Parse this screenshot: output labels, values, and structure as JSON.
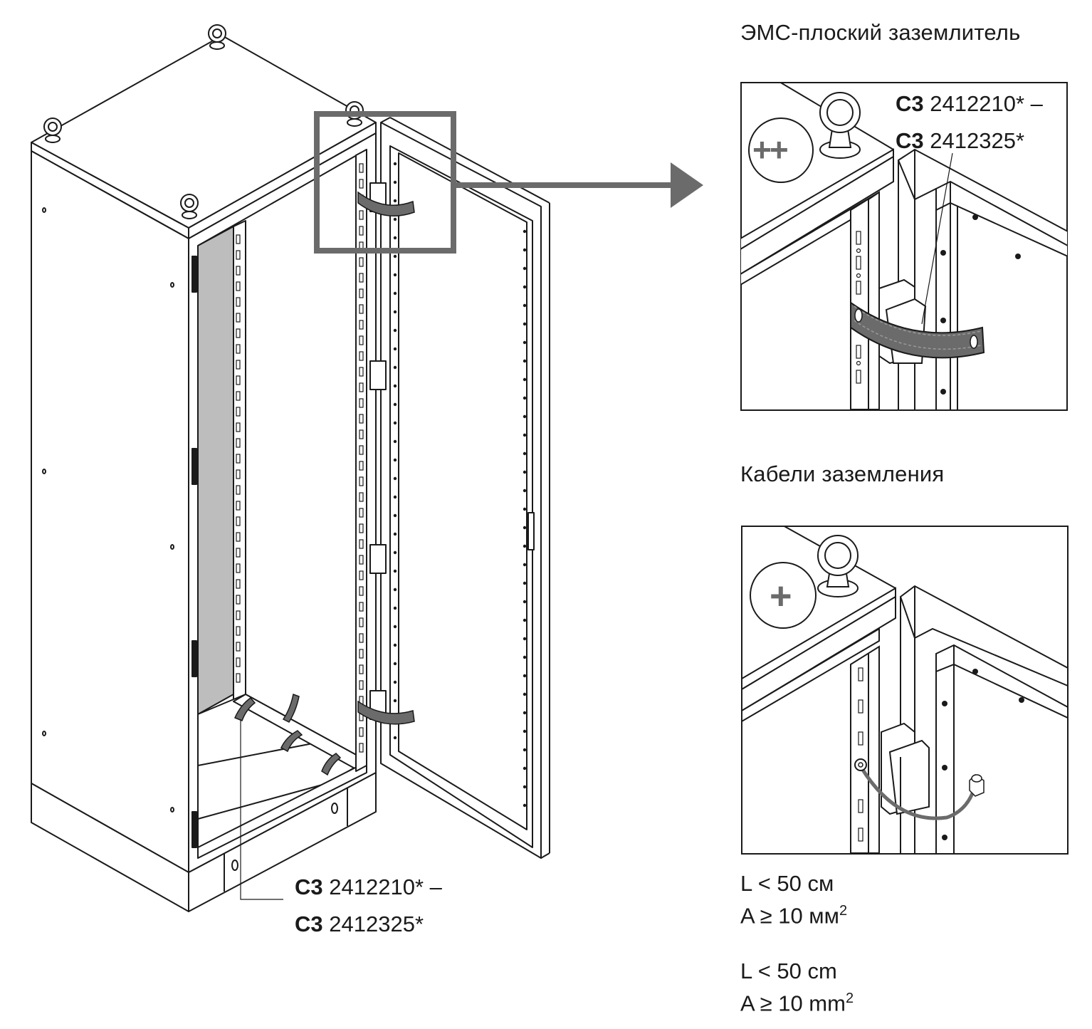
{
  "top_panel": {
    "title": "ЭМС-плоский заземлитель",
    "code_line1_prefix": "C3",
    "code_line1_number": "2412210* –",
    "code_line2_prefix": "C3",
    "code_line2_number": "2412325*",
    "badge_symbol": "++"
  },
  "bottom_panel": {
    "title": "Кабели заземления",
    "badge_symbol": "+"
  },
  "main_callout": {
    "code_line1_prefix": "C3",
    "code_line1_number": "2412210* –",
    "code_line2_prefix": "C3",
    "code_line2_number": "2412325*"
  },
  "specs_ru": {
    "length": "L < 50 см",
    "area_base": "A ≥ 10 мм",
    "area_sup": "2"
  },
  "specs_en": {
    "length": "L < 50 cm",
    "area_base": "A ≥ 10 mm",
    "area_sup": "2"
  },
  "colors": {
    "line": "#1a1a1a",
    "accent_gray": "#6b6b6b",
    "panel_fill": "#bdbdbd",
    "background": "#ffffff"
  }
}
